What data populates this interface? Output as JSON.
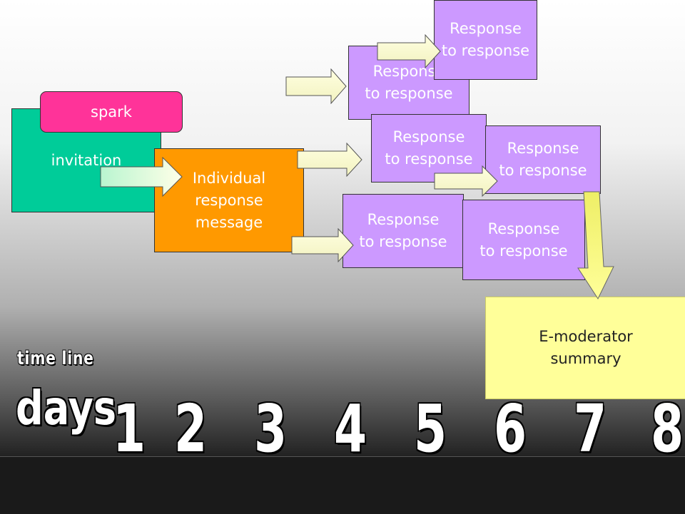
{
  "boxes": {
    "invitation": "invitation",
    "spark": "spark",
    "individual_response": "Individual\nresponse\nmessage",
    "emoderator_summary": "E-moderator\nsummary",
    "response_to_response": "Response\nto response"
  },
  "timeline": {
    "label": "time line",
    "days_label": "days",
    "days": [
      "1",
      "2",
      "3",
      "4",
      "5",
      "6",
      "7",
      "8"
    ]
  },
  "colors": {
    "invitation": "#00cc99",
    "spark": "#ff3399",
    "individual_response": "#ff9900",
    "response": "#cc99ff",
    "summary": "#ffff99"
  }
}
